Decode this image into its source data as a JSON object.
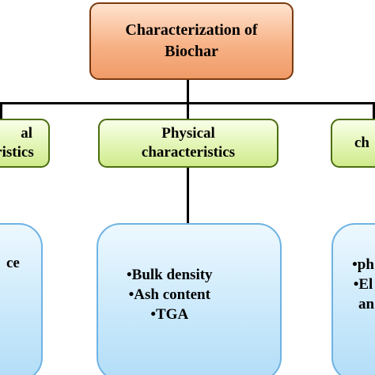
{
  "root": {
    "label": "Characterization of Biochar"
  },
  "categories": [
    {
      "label": "al cteristics"
    },
    {
      "label": "Physical characteristics"
    },
    {
      "label": "ch"
    }
  ],
  "details": [
    {
      "items": [
        "ce"
      ]
    },
    {
      "items": [
        "•Bulk density",
        "•Ash content",
        "•TGA"
      ]
    },
    {
      "items": [
        "•ph",
        "•El",
        "an"
      ]
    }
  ],
  "colors": {
    "root_fill": "#f7b286",
    "category_fill": "#e2f5b4",
    "detail_fill": "#cbe9fb",
    "connector": "#000000"
  }
}
